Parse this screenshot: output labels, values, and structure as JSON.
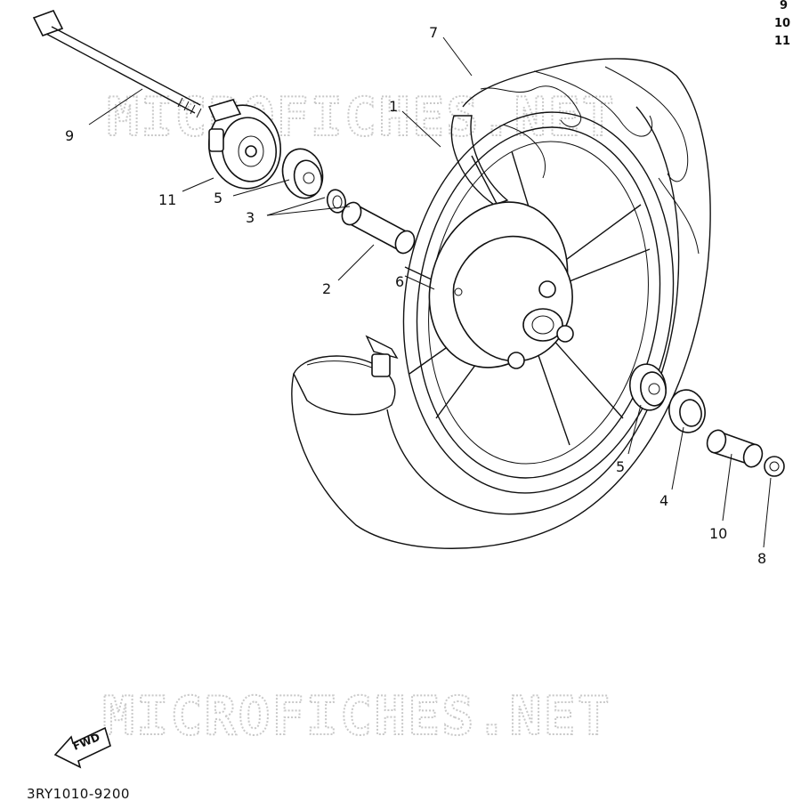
{
  "diagram": {
    "part_code": "3RY1010-9200",
    "watermark": "MICROFICHES.NET",
    "fwd_label": "FWD",
    "corner_labels": [
      "9",
      "10",
      "11"
    ],
    "callouts": {
      "c1": "1",
      "c2": "2",
      "c3": "3",
      "c4": "4",
      "c5a": "5",
      "c5b": "5",
      "c6": "6",
      "c7": "7",
      "c8": "8",
      "c9": "9",
      "c10": "10",
      "c11": "11"
    }
  }
}
